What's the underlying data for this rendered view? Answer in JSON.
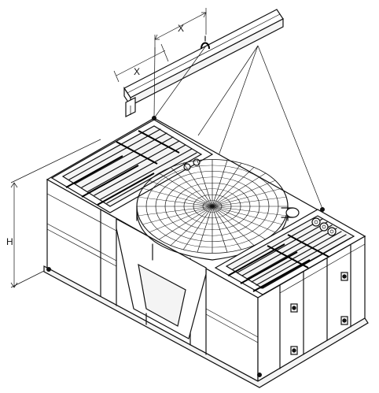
{
  "diagram": {
    "dimensions": {
      "x_upper": "X",
      "x_lower": "X",
      "height": "H"
    },
    "line_color": "#111111",
    "background": "#ffffff"
  }
}
